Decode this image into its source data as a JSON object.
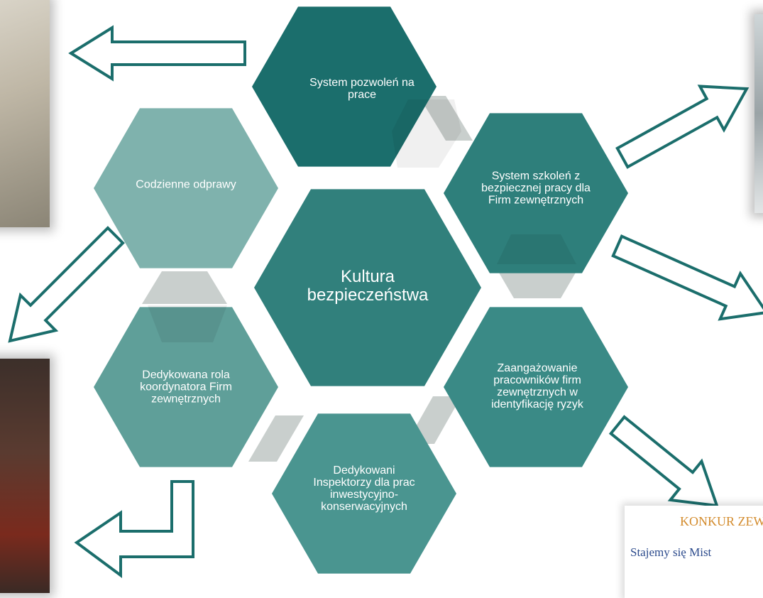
{
  "diagram": {
    "center": {
      "label": "Kultura bezpieczeństwa",
      "color": "#31807c"
    },
    "hexagons": [
      {
        "id": "system-pozwolen",
        "label": "System pozwoleń na prace",
        "color": "#1b6e6c"
      },
      {
        "id": "system-szkolen",
        "label": "System szkoleń z bezpiecznej pracy dla Firm zewnętrznych",
        "color": "#2e7f7b"
      },
      {
        "id": "zaangazowanie",
        "label": "Zaangażowanie pracowników firm zewnętrznych w identyfikację ryzyk",
        "color": "#3a8a86"
      },
      {
        "id": "dedykowani-inspektorzy",
        "label": "Dedykowani Inspektorzy dla prac inwestycyjno-konserwacyjnych",
        "color": "#4a9590"
      },
      {
        "id": "dedykowana-rola",
        "label": "Dedykowana rola koordynatora Firm zewnętrznych",
        "color": "#5f9f99"
      },
      {
        "id": "codzienne-odprawy",
        "label": "Codzienne odprawy",
        "color": "#7fb2ad"
      }
    ],
    "connector_color": "#c9cfcd",
    "arrow_color": "#1b6e6c"
  },
  "photos": {
    "contest_title": "KONKUR ZEWNI",
    "contest_subtitle": "Stajemy się Mist"
  }
}
